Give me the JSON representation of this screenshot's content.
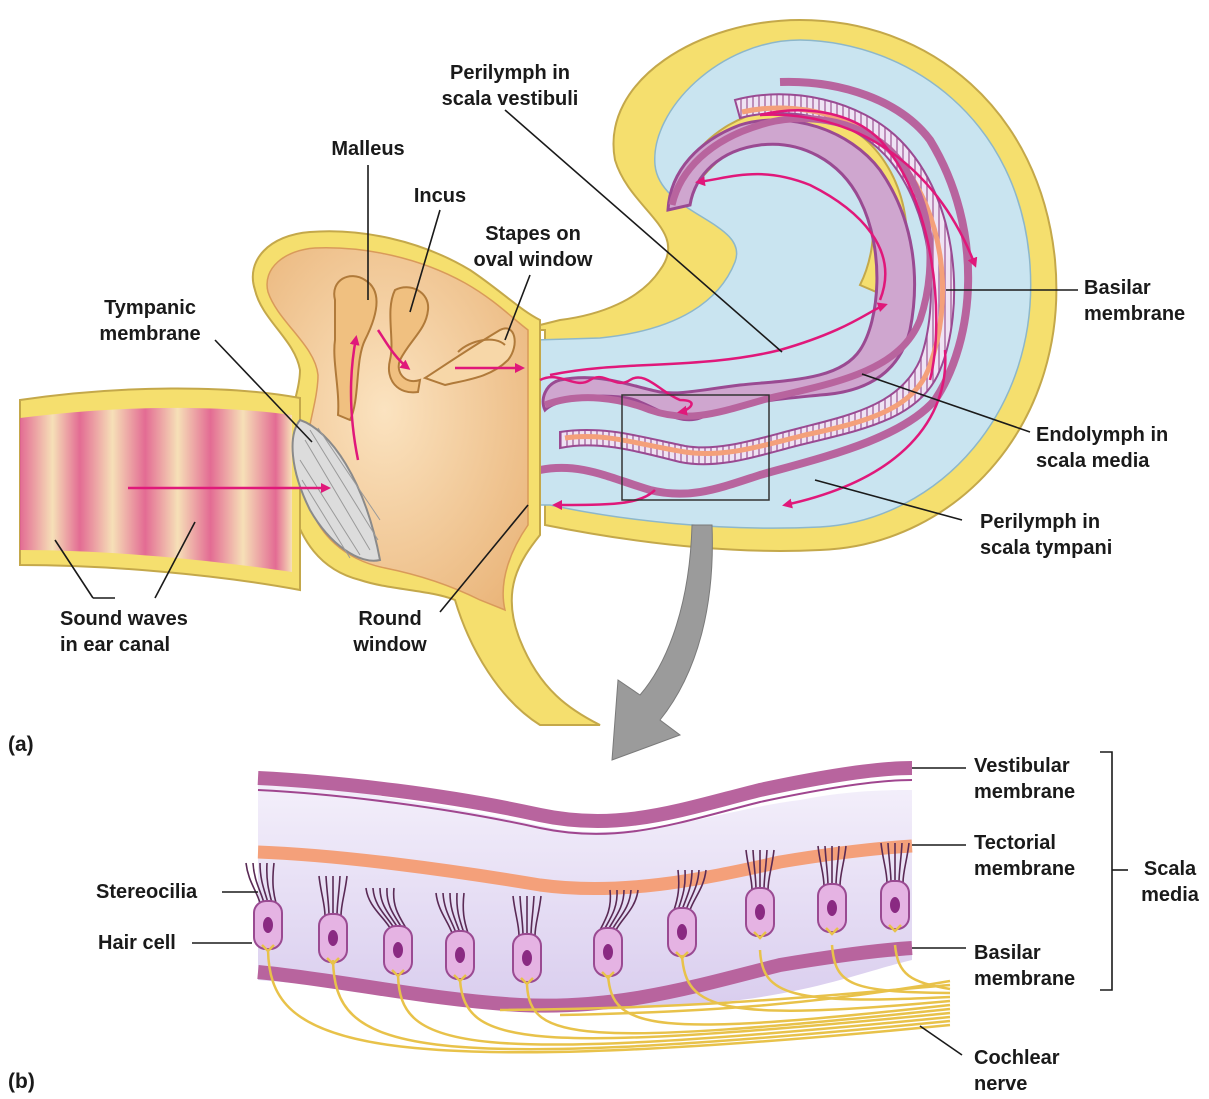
{
  "panels": {
    "a": "(a)",
    "b": "(b)"
  },
  "labels_a": {
    "perilymph_vestibuli": "Perilymph in\nscala vestibuli",
    "malleus": "Malleus",
    "incus": "Incus",
    "stapes": "Stapes on\noval window",
    "tympanic": "Tympanic\nmembrane",
    "basilar": "Basilar\nmembrane",
    "endolymph": "Endolymph in\nscala media",
    "perilymph_tympani": "Perilymph in\nscala tympani",
    "sound_waves": "Sound waves\nin ear canal",
    "round_window": "Round\nwindow"
  },
  "labels_b": {
    "vestibular": "Vestibular\nmembrane",
    "tectorial": "Tectorial\nmembrane",
    "scala_media": "Scala\nmedia",
    "basilar": "Basilar\nmembrane",
    "stereocilia": "Stereocilia",
    "hair_cell": "Hair cell",
    "cochlear_nerve": "Cochlear\nnerve"
  },
  "colors": {
    "bone": "#f5df6e",
    "fluid": "#c9e4f0",
    "membrane": "#b8649e",
    "tectorial": "#f4a07a",
    "arrow": "#e0187a",
    "nerve": "#e8c24a",
    "tissue": "#f3c795"
  }
}
